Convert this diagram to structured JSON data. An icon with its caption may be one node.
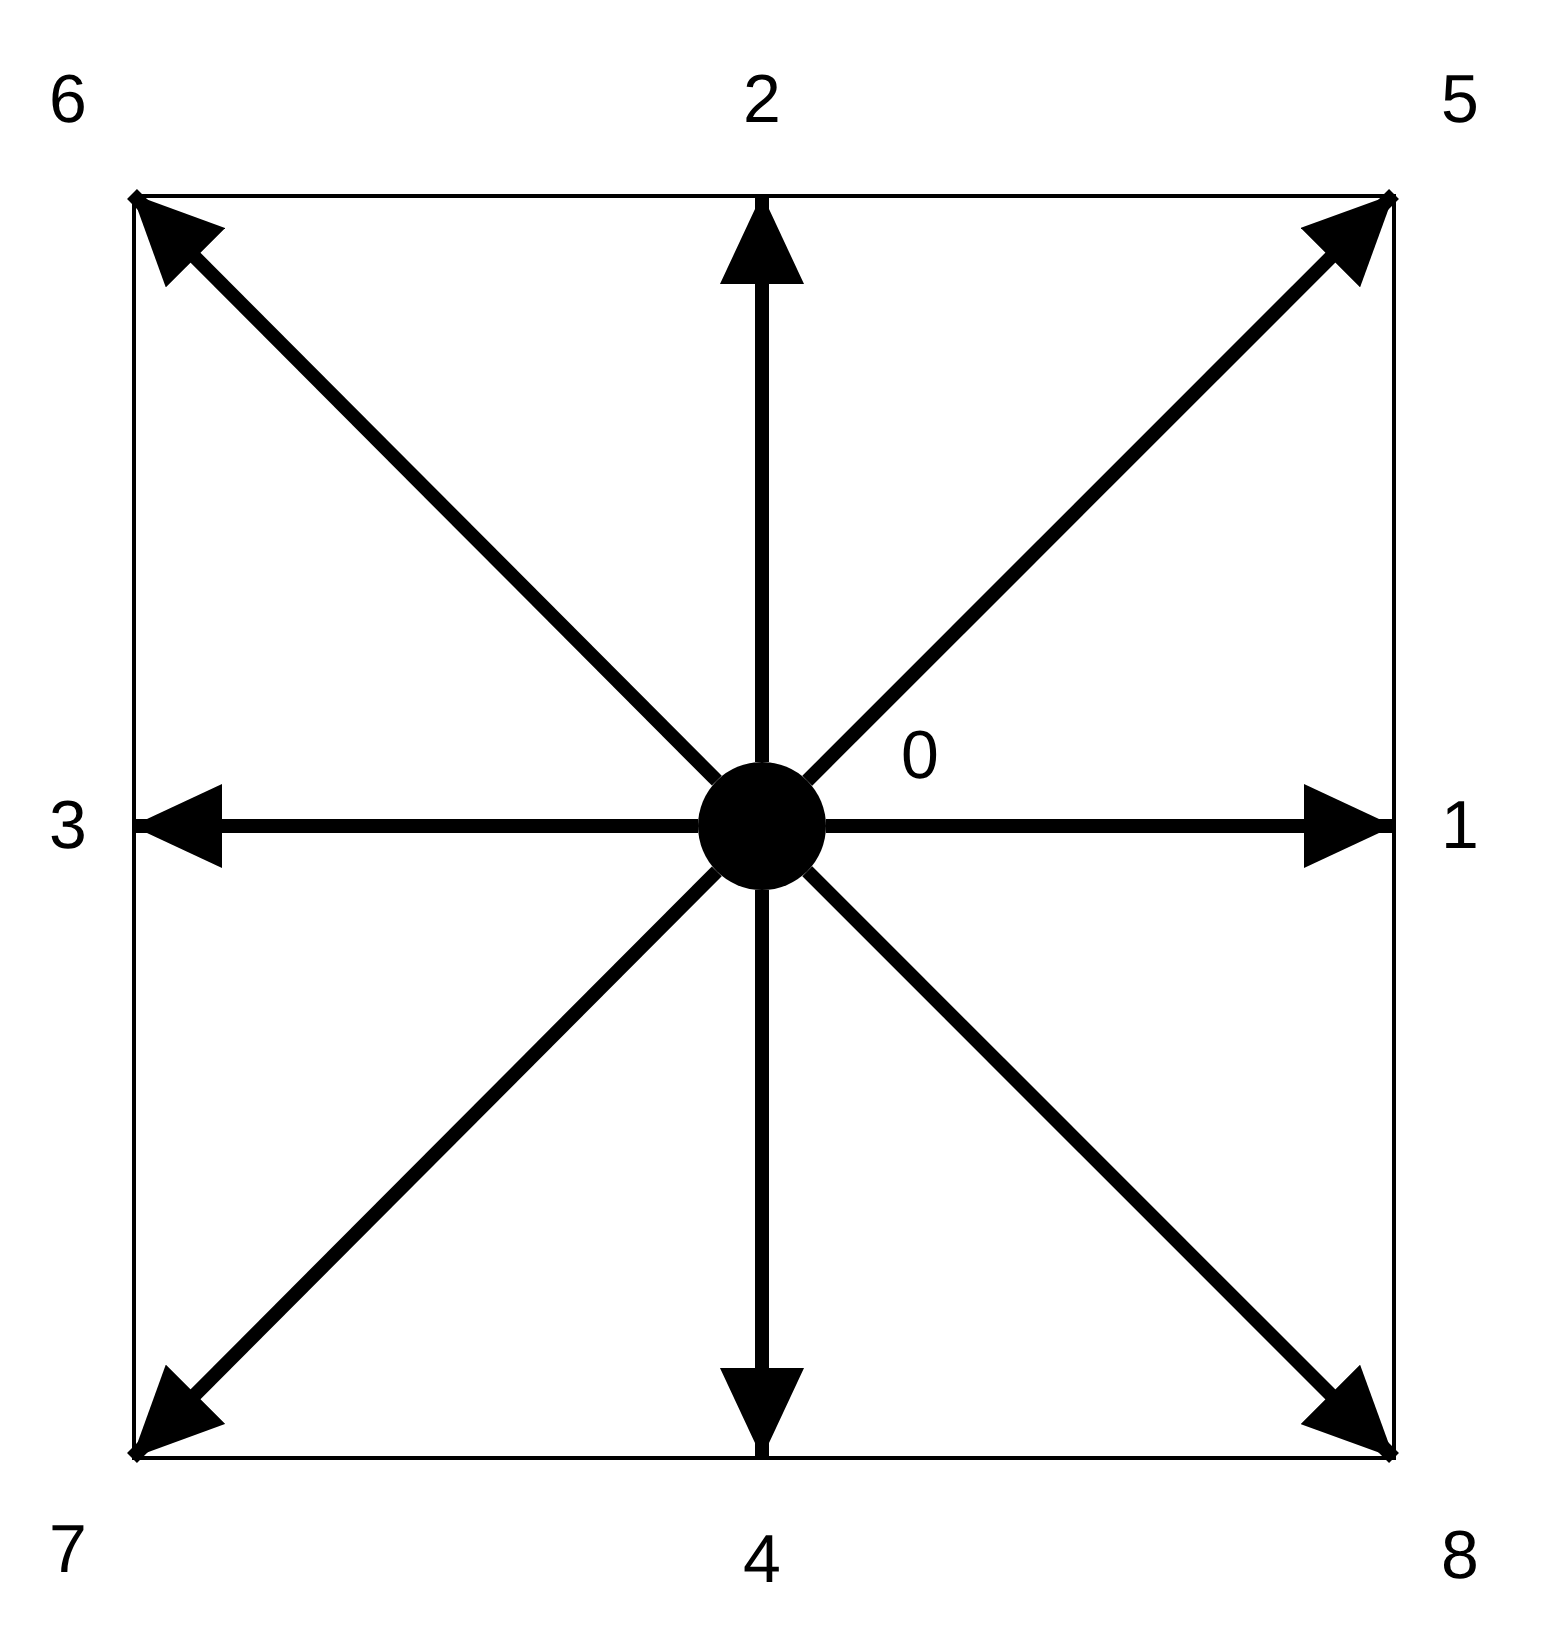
{
  "diagram": {
    "nodes": [
      {
        "text": [],
        "shape": "box"
      },
      {
        "text": [],
        "shape": "circle",
        "in": 0,
        "beside": [
          "0"
        ]
      }
    ],
    "edges": [
      {
        "from": 1,
        "to": null,
        "arrow": "to"
      },
      {
        "from": 1,
        "to": null,
        "arrow": "to"
      },
      {
        "from": 1,
        "to": null,
        "arrow": "to"
      },
      {
        "from": 1,
        "to": null,
        "arrow": "to"
      },
      {
        "from": 1,
        "to": null,
        "arrow": "to"
      },
      {
        "from": 1,
        "to": null,
        "arrow": "to"
      },
      {
        "from": 1,
        "to": null,
        "arrow": "to"
      },
      {
        "from": 1,
        "to": null,
        "arrow": "to"
      }
    ],
    "labels": [
      "6",
      "2",
      "5",
      "3",
      "1",
      "7",
      "4",
      "8"
    ]
  }
}
